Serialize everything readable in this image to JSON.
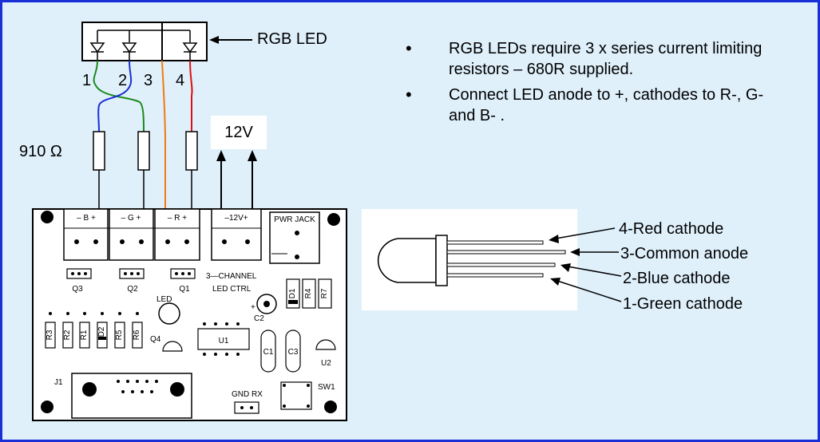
{
  "rgb_led_label": "RGB LED",
  "pin_numbers": [
    "1",
    "2",
    "3",
    "4"
  ],
  "resistor_label": "910 Ω",
  "supply_label": "12V",
  "notes": [
    "RGB LEDs require 3 x series current limiting resistors – 680R supplied.",
    "Connect LED anode to +, cathodes to R-, G- and B- ."
  ],
  "pcb": {
    "terminals": [
      "– B +",
      "– G +",
      "– R +",
      "–12V+"
    ],
    "pwr_jack": "PWR JACK",
    "headers": [
      "Q3",
      "Q2",
      "Q1"
    ],
    "title_line1": "3—CHANNEL",
    "title_line2": "LED CTRL",
    "led": "LED",
    "c2": "C2",
    "plus": "+",
    "d1": "D1",
    "r4": "R4",
    "r7": "R7",
    "resistors_left": [
      "R3",
      "R2",
      "R1",
      "D2",
      "R5",
      "R6"
    ],
    "q4": "Q4",
    "u1": "U1",
    "c1": "C1",
    "c3": "C3",
    "u2": "U2",
    "j1": "J1",
    "gnd_rx": "GND RX",
    "sw1": "SW1"
  },
  "led_pins": [
    "4-Red cathode",
    "3-Common anode",
    "2-Blue cathode",
    "1-Green cathode"
  ],
  "colors": {
    "border": "#1a2fd6",
    "background": "#dff0fb",
    "wire_green": "#1a8a1a",
    "wire_blue": "#1a2fd6",
    "wire_orange": "#f07a10",
    "wire_red": "#e01010"
  }
}
